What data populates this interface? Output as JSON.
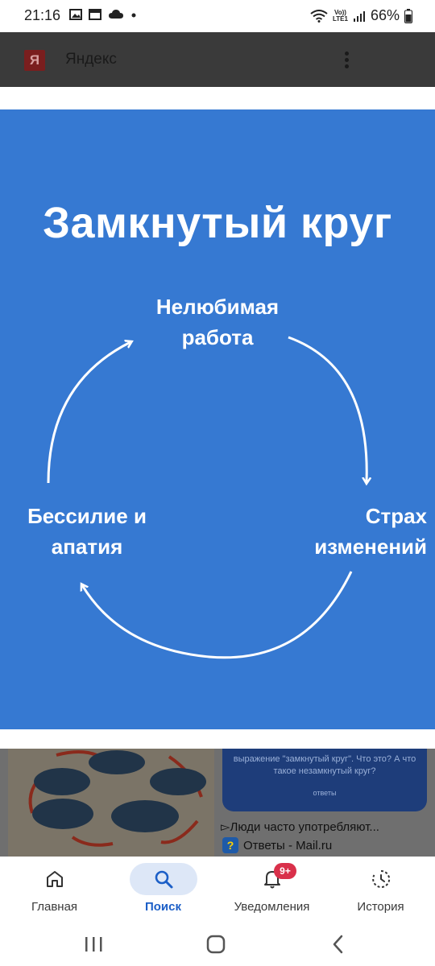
{
  "status_bar": {
    "time": "21:16",
    "network": "LTE1",
    "volte": "Vo))",
    "battery": "66%"
  },
  "top_bar": {
    "logo": "Я",
    "title": "Яндекс",
    "menu_icon": "more-vertical-icon"
  },
  "image": {
    "background_color": "#3679d2",
    "headline": "Замкнутый круг",
    "label_top": "Нелюбимая работа",
    "label_right": "Страх изменений",
    "label_left": "Бессилие и апатия"
  },
  "results": {
    "thumb2_text": "выражение \"замкнутый круг\". Что это? А что такое незамкнутый круг?",
    "thumb2_logo": "ответы",
    "result_title": "▻Люди часто употребляют...",
    "result_source": "Ответы - Mail.ru",
    "result_source_icon": "?"
  },
  "bottom_nav": {
    "items": [
      {
        "label": "Главная",
        "icon": "home-icon"
      },
      {
        "label": "Поиск",
        "icon": "search-icon",
        "active": true
      },
      {
        "label": "Уведомления",
        "icon": "bell-icon",
        "badge": "9+"
      },
      {
        "label": "История",
        "icon": "history-icon"
      }
    ]
  },
  "colors": {
    "accent": "#1c5fc7",
    "badge": "#d9304a"
  }
}
